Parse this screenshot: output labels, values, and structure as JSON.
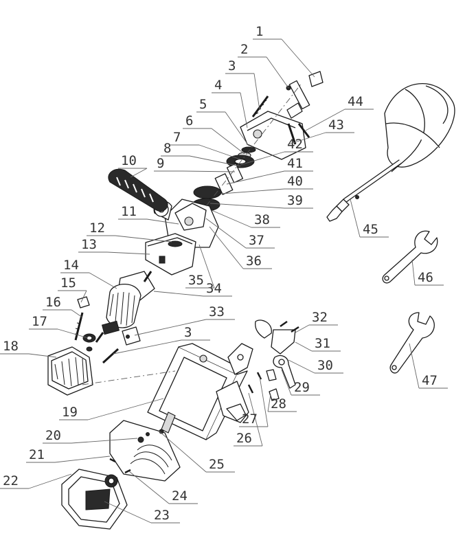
{
  "callouts": [
    "1",
    "2",
    "3",
    "4",
    "5",
    "6",
    "7",
    "8",
    "9",
    "10",
    "11",
    "12",
    "13",
    "14",
    "15",
    "16",
    "17",
    "18",
    "19",
    "20",
    "21",
    "22",
    "23",
    "24",
    "25",
    "26",
    "27",
    "28",
    "29",
    "30",
    "31",
    "32",
    "33",
    "34",
    "35",
    "36",
    "37",
    "38",
    "39",
    "40",
    "41",
    "42",
    "43",
    "44",
    "45",
    "46",
    "47",
    "3"
  ]
}
